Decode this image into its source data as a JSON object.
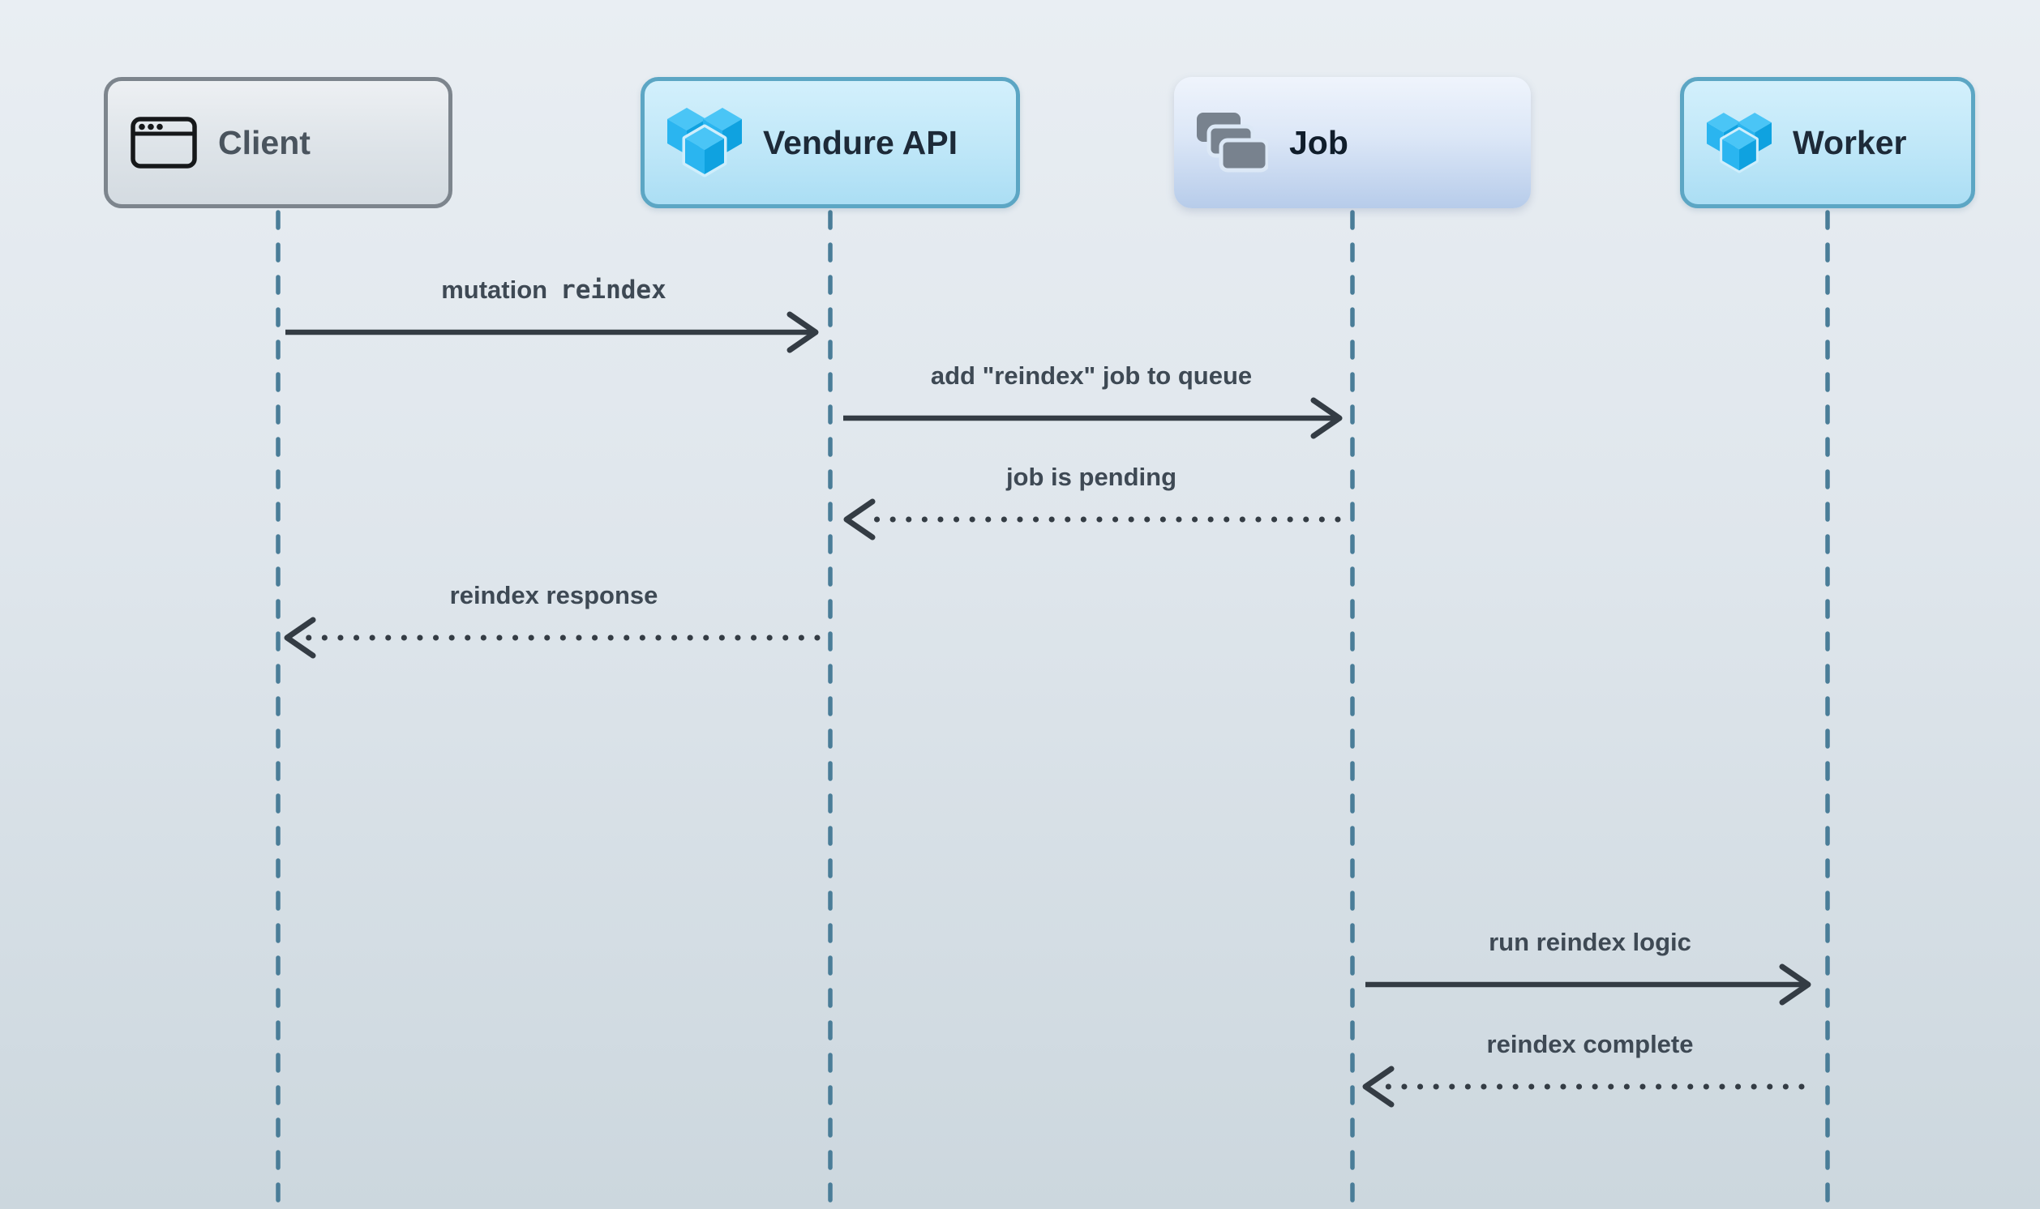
{
  "diagram": {
    "type": "sequence-diagram",
    "actors": [
      {
        "label": "Client",
        "icon": "browser-window-icon"
      },
      {
        "label": "Vendure API",
        "icon": "vendure-logo-icon"
      },
      {
        "label": "Job",
        "icon": "stacked-cards-icon"
      },
      {
        "label": "Worker",
        "icon": "vendure-logo-icon"
      }
    ],
    "messages": [
      {
        "text": "mutation",
        "code": "reindex",
        "from": "Client",
        "to": "Vendure API",
        "line": "solid"
      },
      {
        "text": "add \"reindex\" job to queue",
        "from": "Vendure API",
        "to": "Job",
        "line": "solid"
      },
      {
        "text": "job is pending",
        "from": "Job",
        "to": "Vendure API",
        "line": "dotted"
      },
      {
        "text": "reindex response",
        "from": "Vendure API",
        "to": "Client",
        "line": "dotted"
      },
      {
        "text": "run reindex logic",
        "from": "Job",
        "to": "Worker",
        "line": "solid"
      },
      {
        "text": "reindex complete",
        "from": "Worker",
        "to": "Job",
        "line": "dotted"
      }
    ],
    "colors": {
      "background_top": "#e9eef3",
      "background_bottom": "#ccd7de",
      "lifeline": "#4a7d98",
      "arrow": "#343c44",
      "message_text": "#3e4954",
      "client_box_border": "#7d858d",
      "client_text": "#4a545e",
      "vendure_box_border": "#5ca6c4",
      "vendure_box_fill": "#c2e8f8",
      "vendure_text": "#1d2a38",
      "job_box_fill_bottom": "#b7ccea",
      "job_text": "#101d2b",
      "vendure_logo_top": "#4ac5f6",
      "vendure_logo_left": "#2ab5f0",
      "vendure_logo_right": "#0fa2e0",
      "job_icon_gray": "#78828e",
      "client_icon_black": "#16181a"
    }
  }
}
